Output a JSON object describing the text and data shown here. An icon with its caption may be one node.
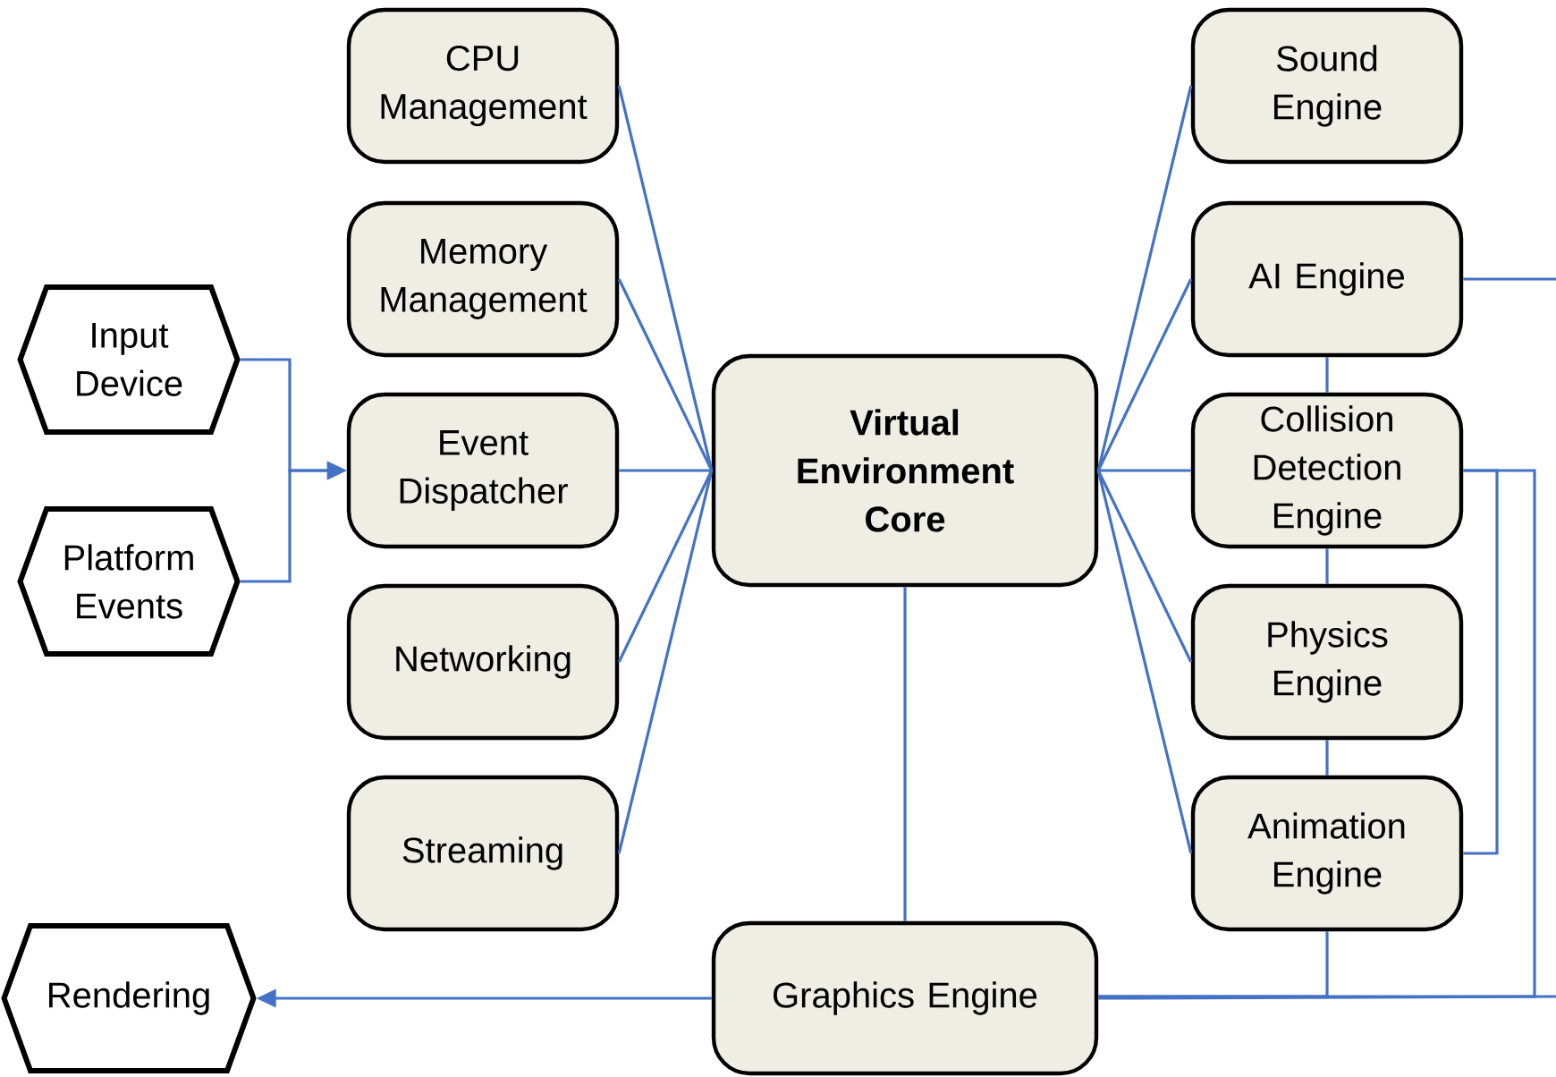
{
  "diagram": {
    "nodes": [
      {
        "text": [
          "CPU Management"
        ]
      },
      {
        "text": [
          "Memory Management"
        ]
      },
      {
        "text": [
          "Event Dispatcher"
        ]
      },
      {
        "text": [
          "Networking"
        ]
      },
      {
        "text": [
          "Streaming"
        ]
      },
      {
        "text": [
          "Input Device"
        ]
      },
      {
        "text": [
          "Platform Events"
        ]
      },
      {
        "text": [
          "Virtual Environment Core"
        ]
      },
      {
        "text": [
          "Sound Engine"
        ]
      },
      {
        "text": [
          "AI Engine"
        ]
      },
      {
        "text": [
          "Collision Detection Engine"
        ]
      },
      {
        "text": [
          "Physics Engine"
        ]
      },
      {
        "text": [
          "Animation Engine"
        ]
      },
      {
        "text": [
          "Graphics Engine"
        ]
      },
      {
        "text": [
          "Rendering"
        ]
      }
    ],
    "edges": [
      {
        "from": 7,
        "to": 0,
        "arrow": "none"
      },
      {
        "from": 7,
        "to": 1,
        "arrow": "none"
      },
      {
        "from": 7,
        "to": 2,
        "arrow": "none"
      },
      {
        "from": 7,
        "to": 3,
        "arrow": "none"
      },
      {
        "from": 7,
        "to": 4,
        "arrow": "none"
      },
      {
        "from": 5,
        "to": 2,
        "arrow": "to"
      },
      {
        "from": 6,
        "to": 2,
        "arrow": "to"
      },
      {
        "from": 7,
        "to": 8,
        "arrow": "none"
      },
      {
        "from": 7,
        "to": 9,
        "arrow": "none"
      },
      {
        "from": 7,
        "to": 10,
        "arrow": "none"
      },
      {
        "from": 7,
        "to": 11,
        "arrow": "none"
      },
      {
        "from": 7,
        "to": 12,
        "arrow": "none"
      },
      {
        "from": 7,
        "to": 13,
        "arrow": "none"
      },
      {
        "from": 13,
        "to": 14,
        "arrow": "to"
      },
      {
        "from": 9,
        "to": 10,
        "arrow": "none"
      },
      {
        "from": 10,
        "to": 11,
        "arrow": "none"
      },
      {
        "from": 11,
        "to": 12,
        "arrow": "none"
      },
      {
        "from": 9,
        "to": null,
        "arrow": "none"
      },
      {
        "from": 10,
        "to": 12,
        "arrow": "none"
      },
      {
        "from": 10,
        "to": 13,
        "arrow": "none"
      },
      {
        "from": 12,
        "to": 13,
        "arrow": "none"
      },
      {
        "from": 13,
        "to": null,
        "arrow": "none"
      }
    ]
  }
}
